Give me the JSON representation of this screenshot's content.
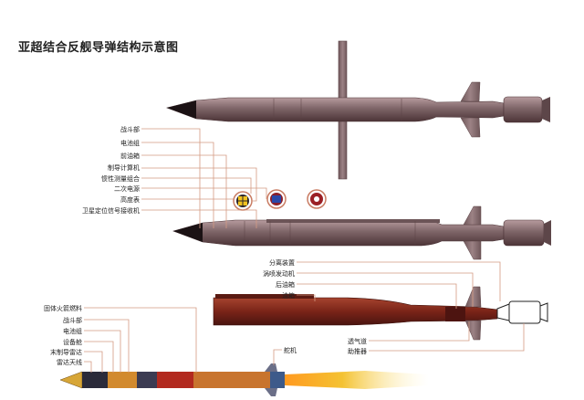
{
  "title": "亚超结合反舰导弹结构示意图",
  "labels": {
    "warhead": "战斗部",
    "battery": "电池组",
    "front_tank": "前油箱",
    "guidance_computer": "制导计算机",
    "inertial_unit": "惯性测量组合",
    "secondary_power": "二次电源",
    "altimeter": "高度表",
    "satnav_receiver": "卫星定位信号接收机",
    "separation_device": "分离装置",
    "turbojet": "涡喷发动机",
    "rear_tank": "后油箱",
    "fuel_tank": "油箱",
    "vent_valve": "透气道",
    "booster": "助推器",
    "solid_fuel": "固体火箭燃料",
    "warhead2": "战斗部",
    "battery2": "电池组",
    "equipment_bay": "设备舱",
    "terminal_radar": "末制导雷达",
    "radar_antenna": "雷达天线",
    "rudder": "舵机"
  },
  "colors": {
    "body": "#7e6568",
    "body_light": "#a98d90",
    "body_dark": "#4c3437",
    "stage": "#7a2418",
    "stage_dark": "#4a1510",
    "leader": "#d49a82",
    "flame": "#f4c232"
  }
}
